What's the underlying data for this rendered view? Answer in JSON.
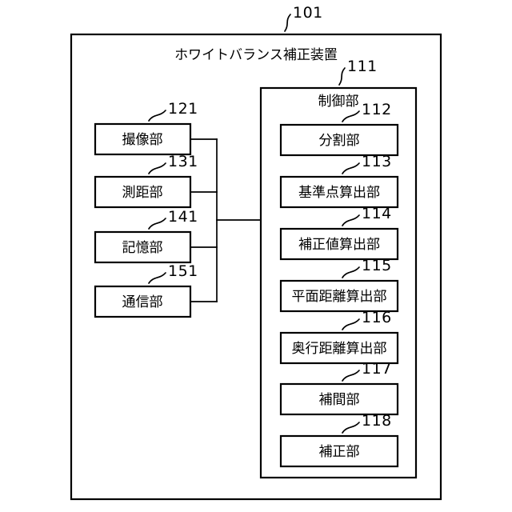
{
  "figure": {
    "kind": "patent-block-diagram",
    "language": "ja",
    "background_color": "#ffffff",
    "line_color": "#000000"
  },
  "device": {
    "ref": "101",
    "title": "ホワイトバランス補正装置"
  },
  "control_unit": {
    "ref": "111",
    "title": "制御部"
  },
  "peripheral_blocks": [
    {
      "ref": "121",
      "label": "撮像部"
    },
    {
      "ref": "131",
      "label": "測距部"
    },
    {
      "ref": "141",
      "label": "記憶部"
    },
    {
      "ref": "151",
      "label": "通信部"
    }
  ],
  "control_blocks": [
    {
      "ref": "112",
      "label": "分割部"
    },
    {
      "ref": "113",
      "label": "基準点算出部"
    },
    {
      "ref": "114",
      "label": "補正値算出部"
    },
    {
      "ref": "115",
      "label": "平面距離算出部"
    },
    {
      "ref": "116",
      "label": "奥行距離算出部"
    },
    {
      "ref": "117",
      "label": "補間部"
    },
    {
      "ref": "118",
      "label": "補正部"
    }
  ]
}
